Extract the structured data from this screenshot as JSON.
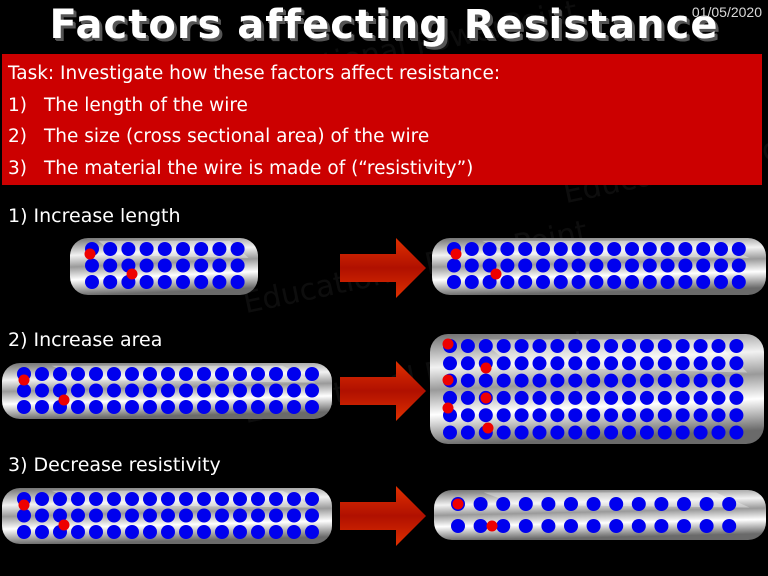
{
  "slide": {
    "title": "Factors affecting Resistance",
    "date": "01/05/2020"
  },
  "task": {
    "heading": "Task: Investigate how these factors affect resistance:",
    "items": [
      {
        "num": "1)",
        "text": "The length of the wire"
      },
      {
        "num": "2)",
        "text": "The size (cross sectional area) of the wire"
      },
      {
        "num": "3)",
        "text": "The material the wire is made of (“resistivity”)"
      }
    ]
  },
  "sections": [
    {
      "label": "1)  Increase length"
    },
    {
      "label": "2)  Increase area"
    },
    {
      "label": "3)  Decrease resistivity"
    }
  ],
  "colors": {
    "task_box": "#cc0000",
    "atom": "#0000ee",
    "electron": "#ee0000",
    "arrow": "#e03000"
  }
}
